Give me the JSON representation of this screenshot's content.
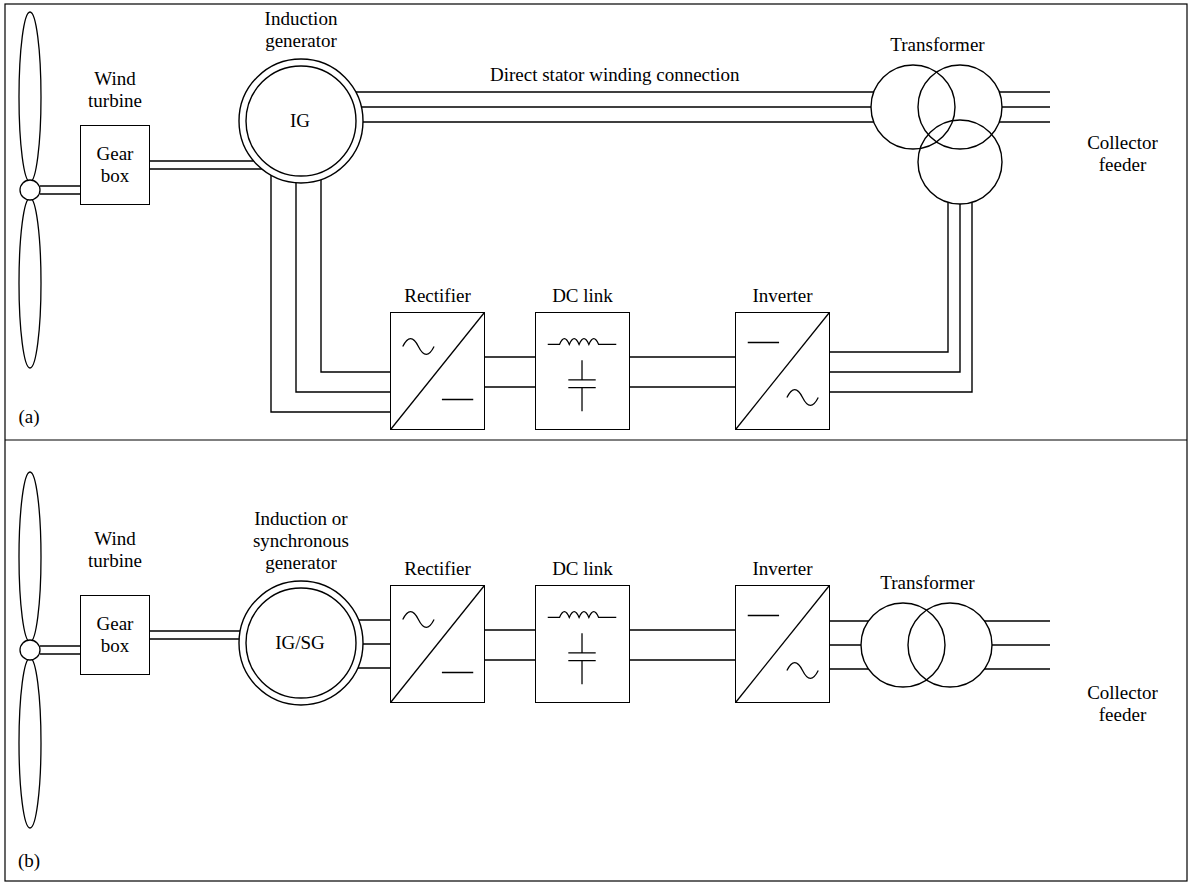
{
  "diagram": {
    "nodes": [
      {
        "text": [
          "Gear box"
        ]
      },
      {
        "text": [
          "Induction generator",
          "IG"
        ]
      },
      {
        "text": [
          "Rectifier"
        ]
      },
      {
        "text": [
          "DC link"
        ]
      },
      {
        "text": [
          "Inverter"
        ]
      },
      {
        "text": [
          "Transformer"
        ]
      },
      {
        "text": [
          "Gear box"
        ]
      },
      {
        "text": [
          "Induction or synchronous generator",
          "IG/SG"
        ]
      },
      {
        "text": [
          "Rectifier"
        ]
      },
      {
        "text": [
          "DC link"
        ]
      },
      {
        "text": [
          "Inverter"
        ]
      },
      {
        "text": [
          "Transformer"
        ]
      }
    ],
    "edges": [
      {
        "from": 0,
        "to": 1,
        "arrow": "none"
      },
      {
        "from": 1,
        "to": 5,
        "arrow": "none",
        "label": "Direct stator winding connection"
      },
      {
        "from": 1,
        "to": 2,
        "arrow": "none"
      },
      {
        "from": 2,
        "to": 3,
        "arrow": "none"
      },
      {
        "from": 3,
        "to": 4,
        "arrow": "none"
      },
      {
        "from": 4,
        "to": 5,
        "arrow": "none"
      },
      {
        "from": 6,
        "to": 7,
        "arrow": "none"
      },
      {
        "from": 7,
        "to": 8,
        "arrow": "none"
      },
      {
        "from": 8,
        "to": 9,
        "arrow": "none"
      },
      {
        "from": 9,
        "to": 10,
        "arrow": "none"
      },
      {
        "from": 10,
        "to": 11,
        "arrow": "none"
      }
    ],
    "labels": [
      "Wind turbine",
      "Collector feeder",
      "(a)",
      "Wind turbine",
      "Collector feeder",
      "(b)"
    ]
  }
}
